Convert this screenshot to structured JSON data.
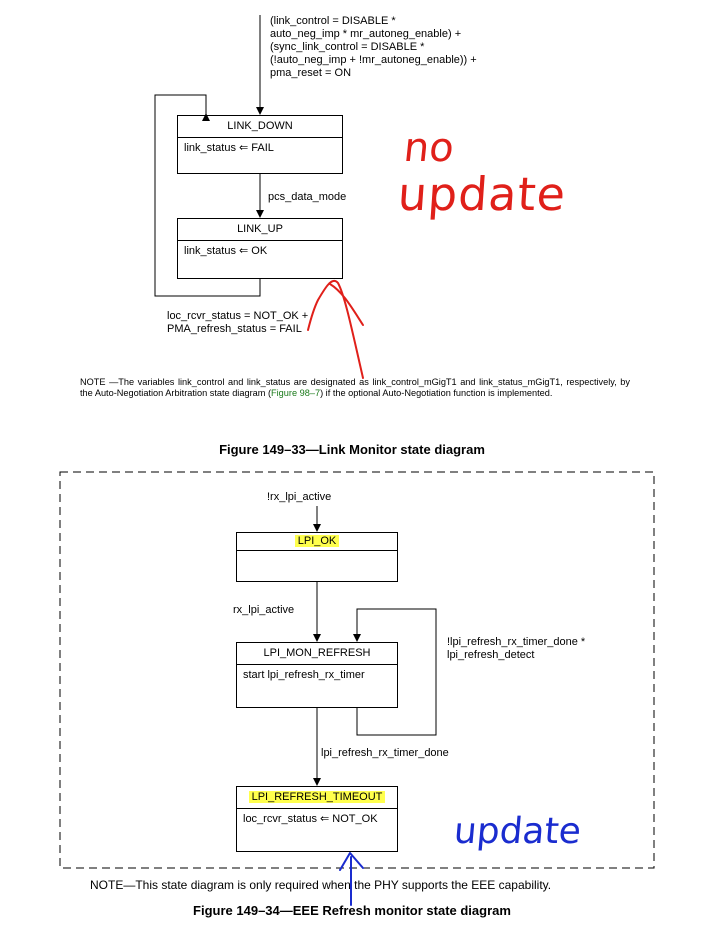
{
  "fig33": {
    "entry_condition": [
      "(link_control = DISABLE *",
      "auto_neg_imp * mr_autoneg_enable) +",
      "(sync_link_control = DISABLE *",
      "(!auto_neg_imp + !mr_autoneg_enable)) +",
      "pma_reset = ON"
    ],
    "link_down": {
      "title": "LINK_DOWN",
      "action": "link_status ⇐ FAIL"
    },
    "transition_label": "pcs_data_mode",
    "link_up": {
      "title": "LINK_UP",
      "action": "link_status ⇐ OK"
    },
    "return_condition": [
      "loc_rcvr_status = NOT_OK +",
      "PMA_refresh_status = FAIL"
    ],
    "note_prefix": "NOTE —The variables link_control and link_status are designated as link_control_mGigT1 and link_status_mGigT1, respectively, by the Auto-Negotiation Arbitration state diagram (",
    "note_link": "Figure 98–7",
    "note_suffix": ") if the optional Auto-Negotiation function is implemented.",
    "caption": "Figure 149–33—Link Monitor state diagram"
  },
  "fig34": {
    "entry_condition": "!rx_lpi_active",
    "lpi_ok": {
      "title": "LPI_OK"
    },
    "lpi_ok_to_mon": "rx_lpi_active",
    "lpi_mon_refresh": {
      "title": "LPI_MON_REFRESH",
      "action": "start lpi_refresh_rx_timer"
    },
    "self_loop_condition": [
      "!lpi_refresh_rx_timer_done *",
      "lpi_refresh_detect"
    ],
    "mon_to_timeout": "lpi_refresh_rx_timer_done",
    "lpi_refresh_timeout": {
      "title": "LPI_REFRESH_TIMEOUT",
      "action": "loc_rcvr_status ⇐ NOT_OK"
    },
    "note": "NOTE—This state diagram is only required when the PHY supports the EEE capability.",
    "caption": "Figure 149–34—EEE Refresh monitor state diagram"
  },
  "annotations": {
    "red_text": [
      "no",
      "update"
    ],
    "blue_text": "update"
  },
  "colors": {
    "red_ink": "#e0201a",
    "blue_ink": "#1a2ccf",
    "highlight": "#ffff4d",
    "link_green": "#1a7a1a"
  }
}
